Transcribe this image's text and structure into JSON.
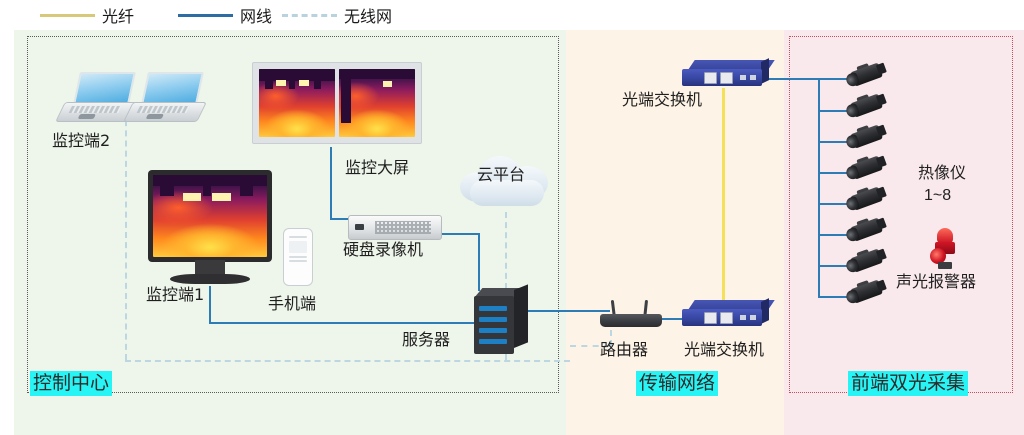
{
  "legend": {
    "items": [
      {
        "id": "fiber",
        "label": "光纤",
        "color": "#d8c87a",
        "style": "solid"
      },
      {
        "id": "network",
        "label": "网线",
        "color": "#2e6da4",
        "style": "solid"
      },
      {
        "id": "wireless",
        "label": "无线网",
        "color": "#b9d3de",
        "style": "dashed"
      }
    ]
  },
  "zones": [
    {
      "id": "control-center",
      "label": "控制中心",
      "background": "#eef5ea",
      "border": "#5a5a5a"
    },
    {
      "id": "transmission-network",
      "label": "传输网络",
      "background": "#fdf3e6",
      "border": "none"
    },
    {
      "id": "front-end-collection",
      "label": "前端双光采集",
      "background": "#fae9ec",
      "border": "#c05060"
    }
  ],
  "devices": {
    "monitor_terminal_2": "监控端2",
    "monitor_wall": "监控大屏",
    "monitor_terminal_1": "监控端1",
    "mobile_terminal": "手机端",
    "dvr": "硬盘录像机",
    "cloud_platform": "云平台",
    "server": "服务器",
    "router": "路由器",
    "optical_switch_top": "光端交换机",
    "optical_switch_bottom": "光端交换机",
    "thermal_cameras": "热像仪",
    "thermal_cameras_range": "1~8",
    "alarm": "声光报警器"
  },
  "colors": {
    "label_highlight": "#27f5f5",
    "fiber_line": "#f5e05a",
    "network_line": "#2e7cb5",
    "wireless_line": "#bcd7e2"
  }
}
